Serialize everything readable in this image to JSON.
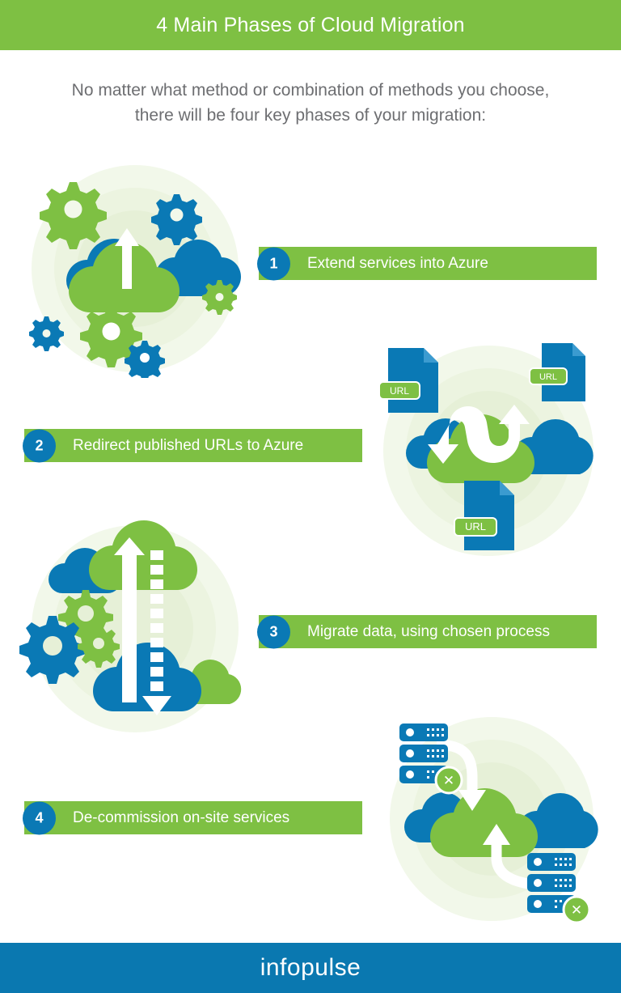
{
  "header": {
    "title": "4 Main Phases of Cloud Migration",
    "band_color": "#7ec043"
  },
  "intro": {
    "line1": "No matter what method or combination of methods you choose,",
    "line2": "there will be four key phases of your migration:",
    "text_color": "#6d6e71"
  },
  "colors": {
    "green": "#7ec043",
    "green_dark": "#6aab35",
    "blue": "#0a79b5",
    "blue_dark": "#0b6a9e",
    "blue_light": "#3b9bd0",
    "footer_blue": "#0a78b0",
    "halo_green": "#eef5e4",
    "white": "#ffffff"
  },
  "steps": [
    {
      "number": "1",
      "label": "Extend services into Azure",
      "align": "right",
      "illustration": "cloud-upload-gears"
    },
    {
      "number": "2",
      "label": "Redirect published URLs to Azure",
      "align": "left",
      "illustration": "cloud-redirect-urls"
    },
    {
      "number": "3",
      "label": "Migrate data, using chosen process",
      "align": "right",
      "illustration": "cloud-transfer-gears"
    },
    {
      "number": "4",
      "label": "De-commission on-site services",
      "align": "left",
      "illustration": "cloud-decommission-servers"
    }
  ],
  "illustrations": {
    "url_document_label": "URL",
    "url_labels": [
      "URL",
      "URL",
      "URL"
    ],
    "decommission_badge": "✕"
  },
  "footer": {
    "logo": "infopulse",
    "band_color": "#0a78b0"
  }
}
